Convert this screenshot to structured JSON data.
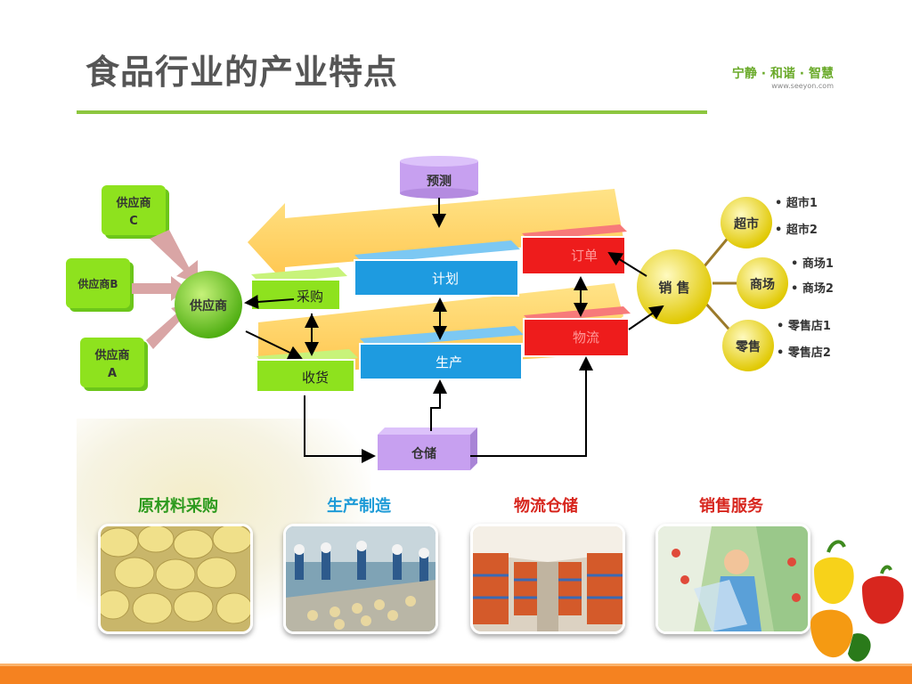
{
  "slide": {
    "title": "食品行业的产业特点",
    "brand_slogan": "宁静 · 和谐 · 智慧",
    "brand_url": "www.seeyon.com"
  },
  "diagram": {
    "forecast": "预测",
    "storage": "仓储",
    "supplier_main": "供应商",
    "supplier_c": "供应商\nC",
    "supplier_b": "供应商B",
    "supplier_a": "供应商\nA",
    "purchase": "采购",
    "receive": "收货",
    "plan": "计划",
    "production": "生产",
    "order": "订单",
    "logistics": "物流",
    "sales": "销 售",
    "supermarket": "超市",
    "mall": "商场",
    "retail": "零售",
    "supermarket_items": [
      "• 超市1",
      "• 超市2"
    ],
    "mall_items": [
      "• 商场1",
      "• 商场2"
    ],
    "retail_items": [
      "• 零售店1",
      "• 零售店2"
    ]
  },
  "categories": [
    {
      "label": "原材料采购",
      "color": "#2d9a1e"
    },
    {
      "label": "生产制造",
      "color": "#1e9bd7"
    },
    {
      "label": "物流仓储",
      "color": "#d7261e"
    },
    {
      "label": "销售服务",
      "color": "#d7261e"
    }
  ],
  "colors": {
    "green_box": "#8ee21e",
    "blue_box": "#1e9be0",
    "red_box": "#ee1c1c",
    "purple_box": "#c7a0f0",
    "yellow_circle": "#f2e21a",
    "orange_band": "#ffcc55",
    "accent_rule": "#8dc63f",
    "bottom_bar": "#f58220"
  }
}
